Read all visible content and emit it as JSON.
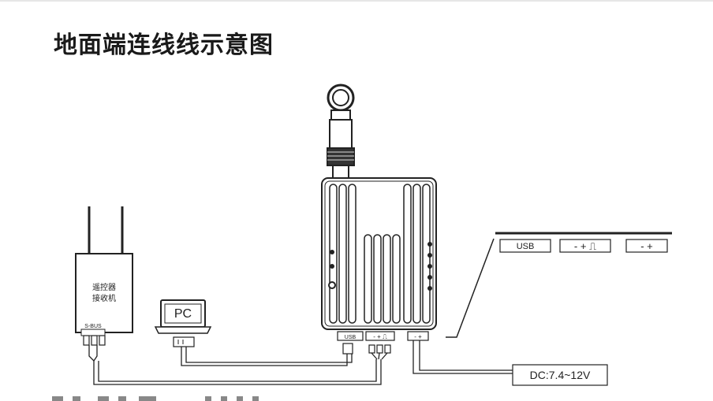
{
  "title": "地面端连线线示意图",
  "labels": {
    "receiver_line1": "遥控器",
    "receiver_line2": "接收机",
    "sbus": "S-BUS",
    "pc": "PC",
    "usb_small": "USB",
    "sig_port": "- + ⎍",
    "pwr_port": "- +",
    "panel_usb": "USB",
    "panel_sig": "- + ⎍",
    "panel_pwr": "- +",
    "dc": "DC:7.4~12V"
  },
  "icons": [
    "antenna-icon",
    "receiver-icon",
    "laptop-icon",
    "module-icon",
    "connector-icon"
  ]
}
